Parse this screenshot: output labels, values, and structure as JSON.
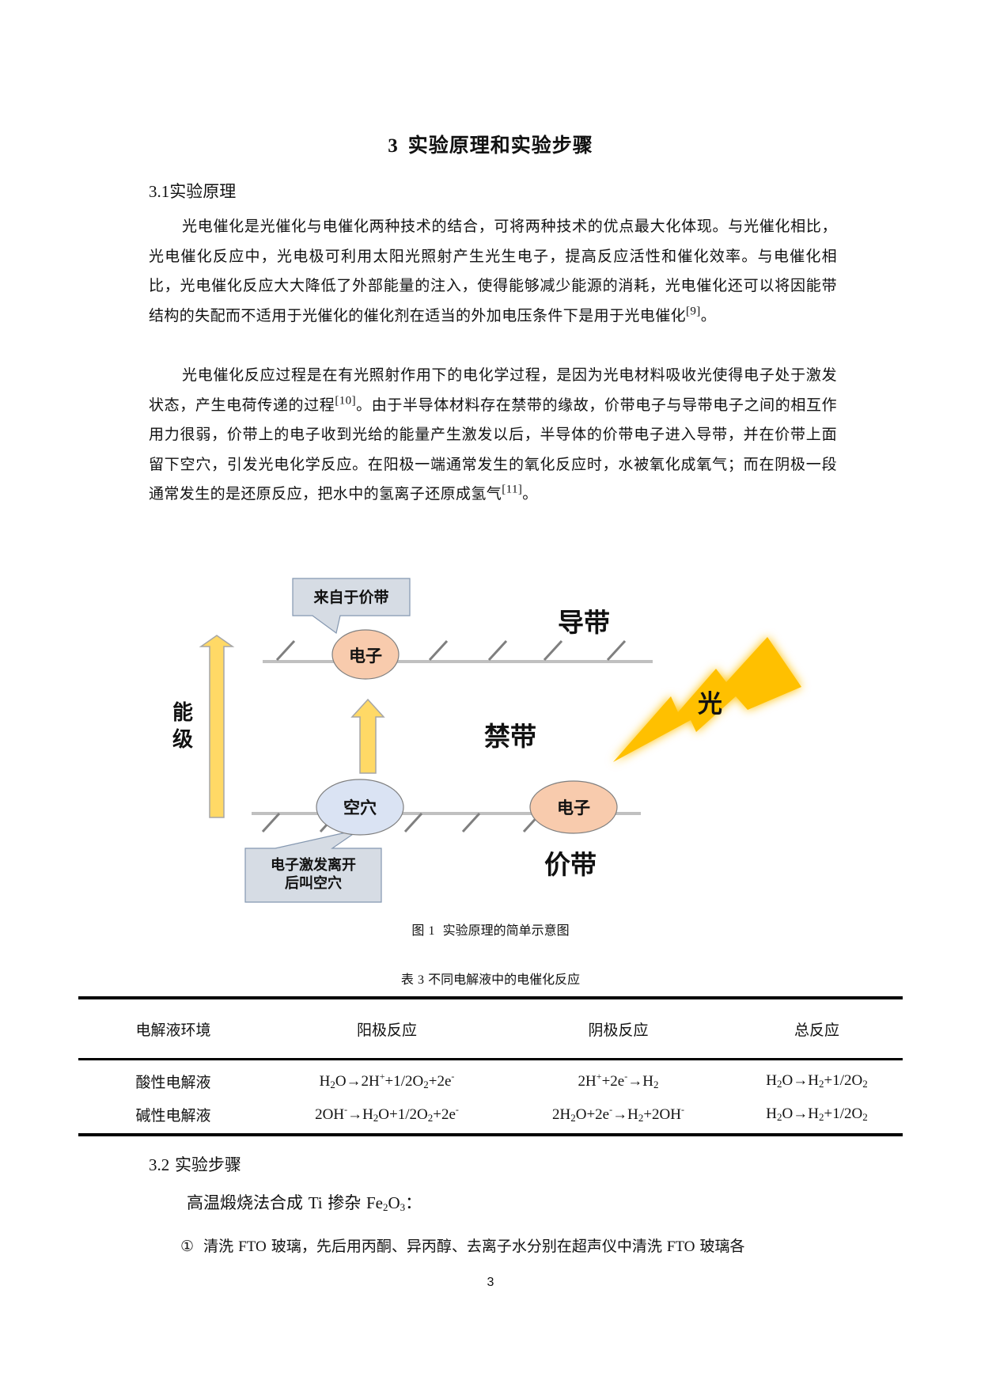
{
  "chapter": {
    "number": "3",
    "title": "实验原理和实验步骤"
  },
  "section_1": {
    "number": "3.1",
    "title": "实验原理"
  },
  "paragraphs": [
    {
      "text": "光电催化是光催化与电催化两种技术的结合，可将两种技术的优点最大化体现。与光催化相比，光电催化反应中，光电极可利用太阳光照射产生光生电子，提高反应活性和催化效率。与电催化相比，光电催化反应大大降低了外部能量的注入，使得能够减少能源的消耗，光电催化还可以将因能带结构的失配而不适用于光催化的催化剂在适当的外加电压条件下是用于光电催化",
      "citation": "[9]",
      "end": "。"
    },
    {
      "text_a": "光电催化反应过程是在有光照射作用下的电化学过程，是因为光电材料吸收光使得电子处于激发状态，产生电荷传递的过程",
      "citation_a": "[10]",
      "text_b": "。由于半导体材料存在禁带的缘故，价带电子与导带电子之间的相互作用力很弱，价带上的电子收到光给的能量产生激发以后，半导体的价带电子进入导带，并在价带上面留下空穴，引发光电化学反应。在阳极一端通常发生的氧化反应时，水被氧化成氧气；而在阴极一段通常发生的是还原反应，把水中的氢离子还原成氢气",
      "citation_b": "[11]",
      "end": "。"
    }
  ],
  "figure": {
    "callout_top": "来自于价带",
    "electron_cb": "电子",
    "conduction_band": "导带",
    "energy_label_1": "能",
    "energy_label_2": "级",
    "forbidden_band": "禁带",
    "light": "光",
    "hole": "空穴",
    "electron_vb": "电子",
    "callout_bottom_1": "电子激发离开",
    "callout_bottom_2": "后叫空穴",
    "valence_band": "价带",
    "colors": {
      "electron": "#f8cbad",
      "hole": "#dae3f3",
      "arrow": "#ffd966",
      "bolt": "#ffc000",
      "band": "#c0c0c0",
      "callout": "#d6dce4"
    },
    "caption_prefix": "图",
    "caption_num": "1",
    "caption": "实验原理的简单示意图"
  },
  "table": {
    "caption_prefix": "表",
    "caption_num": "3",
    "caption": "不同电解液中的电催化反应",
    "headers": [
      "电解液环境",
      "阳极反应",
      "阴极反应",
      "总反应"
    ],
    "rows": [
      {
        "env": "酸性电解液",
        "anode": "H2O→2H++1/2O2+2e-",
        "cathode": "2H++2e-→H2",
        "total": "H2O→H2+1/2O2"
      },
      {
        "env": "碱性电解液",
        "anode": "2OH-→H2O+1/2O2+2e-",
        "cathode": "2H2O+2e-→H2+2OH-",
        "total": "H2O→H2+1/2O2"
      }
    ]
  },
  "section_2": {
    "number": "3.2",
    "title": "实验步骤"
  },
  "subheading": {
    "text_a": "高温煅烧法合成",
    "latin_a": "Ti",
    "text_b": "掺杂",
    "formula": "Fe2O3",
    "end": "："
  },
  "step_1": {
    "marker": "①",
    "text_a": "清洗",
    "latin_a": "FTO",
    "text_b": "玻璃，先后用丙酮、异丙醇、去离子水分别在超声仪中清洗",
    "latin_b": "FTO",
    "text_c": "玻璃各"
  },
  "page_number": "3"
}
